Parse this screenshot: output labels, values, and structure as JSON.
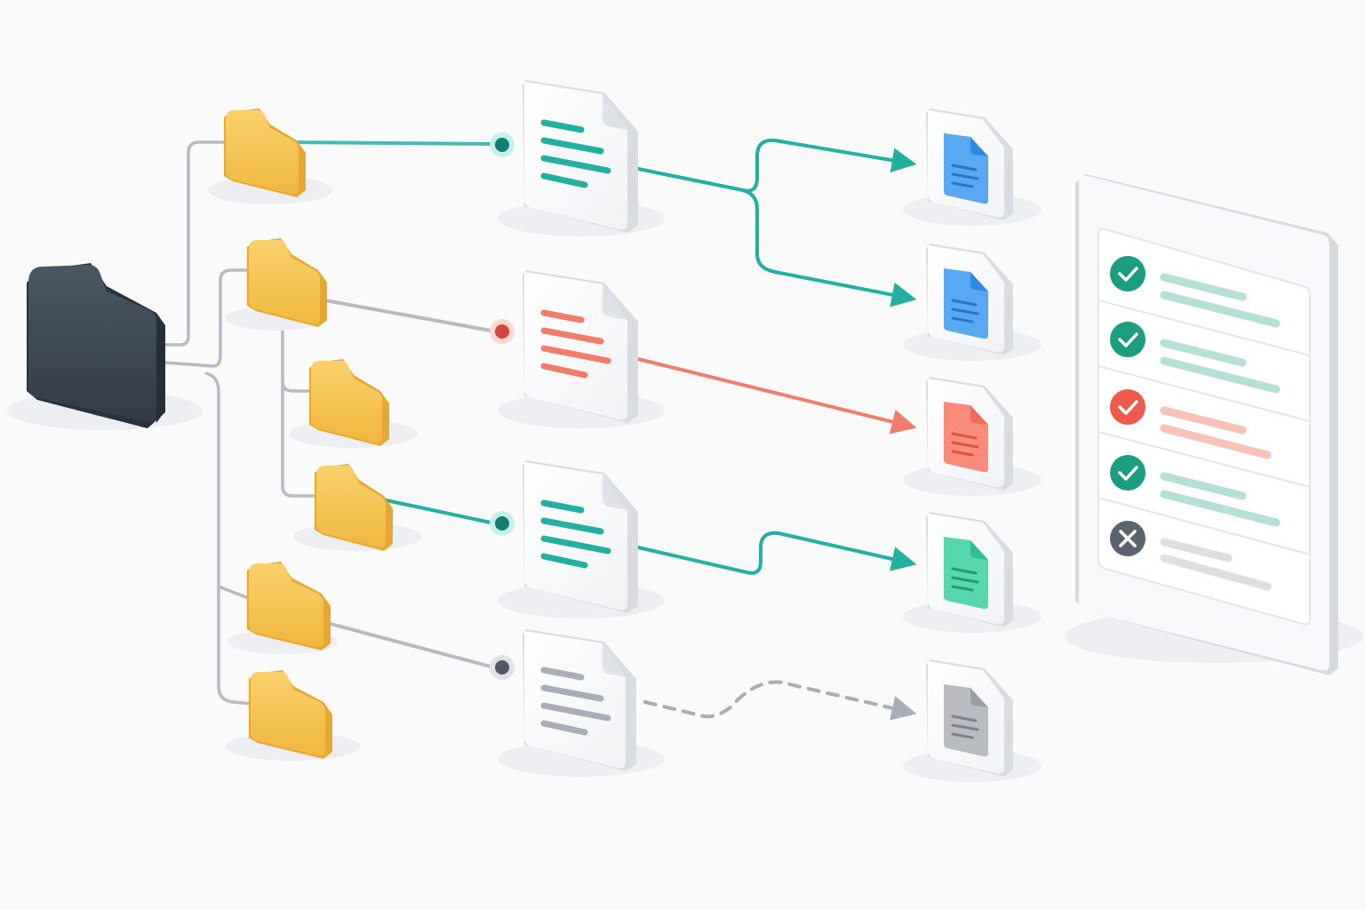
{
  "colors": {
    "background": "#fafafa",
    "root_folder": "#3d4854",
    "folder": "#f5c454",
    "teal": "#22b0a0",
    "red": "#f27c6c",
    "dark_gray": "#4f5863",
    "gray": "#a9aeb6",
    "blue_file": "#58a9f2",
    "red_file": "#f98b7b",
    "green_file": "#56d7ae",
    "gray_file": "#b9bcc1",
    "connector": "#b6bbc3",
    "check_green": "#1a9e7f",
    "check_red": "#ef5a4a",
    "cross_gray": "#5b646e"
  },
  "diagram": {
    "root_folder": {
      "icon": "folder-icon",
      "shade": "dark"
    },
    "folders": [
      {
        "icon": "folder-icon"
      },
      {
        "icon": "folder-icon"
      },
      {
        "icon": "folder-icon"
      },
      {
        "icon": "folder-icon"
      },
      {
        "icon": "folder-icon"
      },
      {
        "icon": "folder-icon"
      }
    ],
    "documents": [
      {
        "icon": "document-icon",
        "status": "teal"
      },
      {
        "icon": "document-icon",
        "status": "red"
      },
      {
        "icon": "document-icon",
        "status": "teal"
      },
      {
        "icon": "document-icon",
        "status": "gray"
      }
    ],
    "outputs": [
      {
        "icon": "file-icon",
        "color": "blue"
      },
      {
        "icon": "file-icon",
        "color": "blue"
      },
      {
        "icon": "file-icon",
        "color": "red"
      },
      {
        "icon": "file-icon",
        "color": "green"
      },
      {
        "icon": "file-icon",
        "color": "gray",
        "line": "dashed"
      }
    ],
    "checklist": [
      {
        "icon": "check-icon",
        "status": "success"
      },
      {
        "icon": "check-icon",
        "status": "success"
      },
      {
        "icon": "check-icon",
        "status": "error"
      },
      {
        "icon": "check-icon",
        "status": "success"
      },
      {
        "icon": "cross-icon",
        "status": "skipped"
      }
    ]
  }
}
